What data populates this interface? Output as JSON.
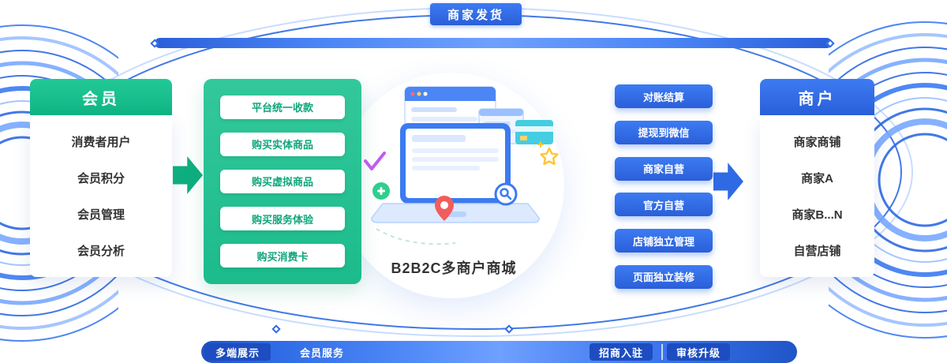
{
  "top": {
    "badge": "商家发货"
  },
  "member_panel": {
    "title": "会员",
    "items": [
      "消费者用户",
      "会员积分",
      "会员管理",
      "会员分析"
    ]
  },
  "purchase_actions": {
    "items": [
      "平台统一收款",
      "购买实体商品",
      "购买虚拟商品",
      "购买服务体验",
      "购买消费卡"
    ]
  },
  "center": {
    "caption": "B2B2C多商户商城",
    "icons": [
      "checkmark-icon",
      "star-icon",
      "plus-icon",
      "location-pin-icon",
      "search-icon",
      "credit-card-icon",
      "laptop-icon",
      "browser-window-icon"
    ]
  },
  "merchant_actions": {
    "items": [
      "对账结算",
      "提现到微信",
      "商家自营",
      "官方自营",
      "店铺独立管理",
      "页面独立装修"
    ]
  },
  "merchant_panel": {
    "title": "商户",
    "items": [
      "商家商铺",
      "商家A",
      "商家B...N",
      "自营店铺"
    ]
  },
  "bottom_bar": {
    "items": [
      "多端展示",
      "会员服务",
      "招商入驻",
      "审核升级"
    ]
  },
  "colors": {
    "green": "#1cbb8b",
    "blue": "#2e6ae4",
    "dark_chip_blue": "#1d4dc0",
    "text_dark": "#333333"
  }
}
